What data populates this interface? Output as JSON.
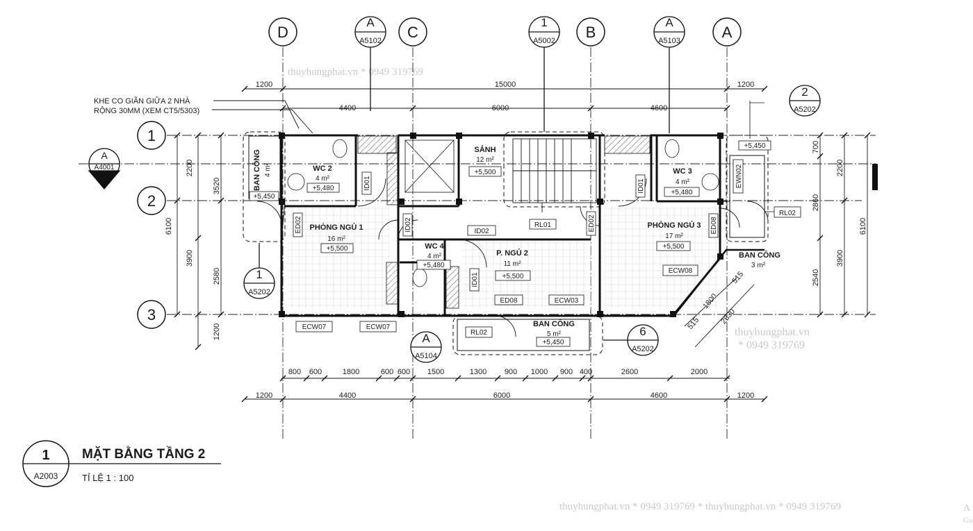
{
  "grid_bubbles_top": [
    "D",
    "C",
    "B",
    "A"
  ],
  "grid_bubbles_left": [
    "1",
    "2",
    "3"
  ],
  "section_marks": [
    {
      "top": "A",
      "bottom": "A5102"
    },
    {
      "top": "1",
      "bottom": "A5002"
    },
    {
      "top": "A",
      "bottom": "A5103"
    },
    {
      "top": "2",
      "bottom": "A5202"
    },
    {
      "top": "A",
      "bottom": "A4001"
    },
    {
      "top": "1",
      "bottom": "A5202"
    },
    {
      "top": "A",
      "bottom": "A5104"
    },
    {
      "top": "6",
      "bottom": "A5202"
    }
  ],
  "watermark": {
    "top": "thuyhungphat.vn  * 0949 319769",
    "right_line1": "thuyhungphat.vn",
    "right_line2": "* 0949 319769",
    "bottom": "thuyhungphat.vn  * 0949 319769  *   thuyhungphat.vn  * 0949 319769",
    "corner_a": "A",
    "corner_b": "Go"
  },
  "note": {
    "line1": "KHE CO GIÃN GIỮA 2 NHÀ",
    "line2": "RỘNG 30MM (XEM CT5/5303)"
  },
  "dims_top_row1": [
    "1200",
    "15000",
    "1200"
  ],
  "dims_top_row2": [
    "4400",
    "6000",
    "4600"
  ],
  "dims_bottom_row1": [
    "800",
    "600",
    "1800",
    "600",
    "600",
    "1500",
    "1300",
    "900",
    "1000",
    "900",
    "400",
    "2600",
    "2000"
  ],
  "dims_bottom_row2": [
    "1200",
    "4400",
    "6000",
    "4600",
    "1200"
  ],
  "dims_left_outer": [
    "2200",
    "3900"
  ],
  "dims_left_mid": [
    "3520",
    "2580"
  ],
  "dims_left_overall": "6100",
  "dims_left_bottom": "1200",
  "dims_right_inner": [
    "700",
    "2860",
    "2540"
  ],
  "dims_right_outer": [
    "2200",
    "3900"
  ],
  "dims_right_overall": "6100",
  "dims_angled": [
    "515",
    "1800",
    "515",
    "2830"
  ],
  "rooms": [
    {
      "name": "BAN CÔNG",
      "area": "4 m²",
      "level": "+5,450"
    },
    {
      "name": "WC 2",
      "area": "4 m²",
      "level": "+5,480"
    },
    {
      "name": "PHÒNG NGỦ 1",
      "area": "16 m²",
      "level": "+5,500"
    },
    {
      "name": "SẢNH",
      "area": "12 m²",
      "level": "+5,500"
    },
    {
      "name": "WC 4",
      "area": "4 m²",
      "level": "+5,480"
    },
    {
      "name": "P. NGỦ 2",
      "area": "11 m²",
      "level": "+5,500"
    },
    {
      "name": "BAN CÔNG",
      "area": "5 m²",
      "level": "+5,450"
    },
    {
      "name": "WC 3",
      "area": "4 m²",
      "level": "+5,480"
    },
    {
      "name": "PHÒNG NGỦ 3",
      "area": "17 m²",
      "level": "+5,500"
    },
    {
      "name": "BAN CÔNG",
      "area": "3 m²",
      "level": "+5,450"
    }
  ],
  "tags": [
    "ID01",
    "ID01",
    "ID01",
    "ID02",
    "ID02",
    "ED02",
    "ED02",
    "ED08",
    "ED08",
    "EWN02",
    "RL01",
    "RL02",
    "RL02",
    "ECW07",
    "ECW07",
    "ECW08",
    "ECW03"
  ],
  "title_block": {
    "number": "1",
    "sheet": "A2003",
    "title": "MẶT BẰNG TẦNG 2",
    "scale": "TỈ LỆ  1 : 100"
  }
}
